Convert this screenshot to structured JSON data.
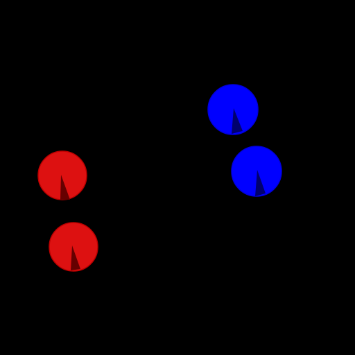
{
  "scene": {
    "background": "#000000",
    "teams": [
      {
        "name": "red",
        "fill": "#dd1111",
        "stroke": "#bb0000",
        "pointer": "#660000",
        "agents": [
          {
            "id": "red-agent-1"
          },
          {
            "id": "red-agent-2"
          }
        ]
      },
      {
        "name": "blue",
        "fill": "#0000ff",
        "stroke": "#0000dd",
        "pointer": "#00006e",
        "agents": [
          {
            "id": "blue-agent-1"
          },
          {
            "id": "blue-agent-2"
          }
        ]
      }
    ]
  }
}
